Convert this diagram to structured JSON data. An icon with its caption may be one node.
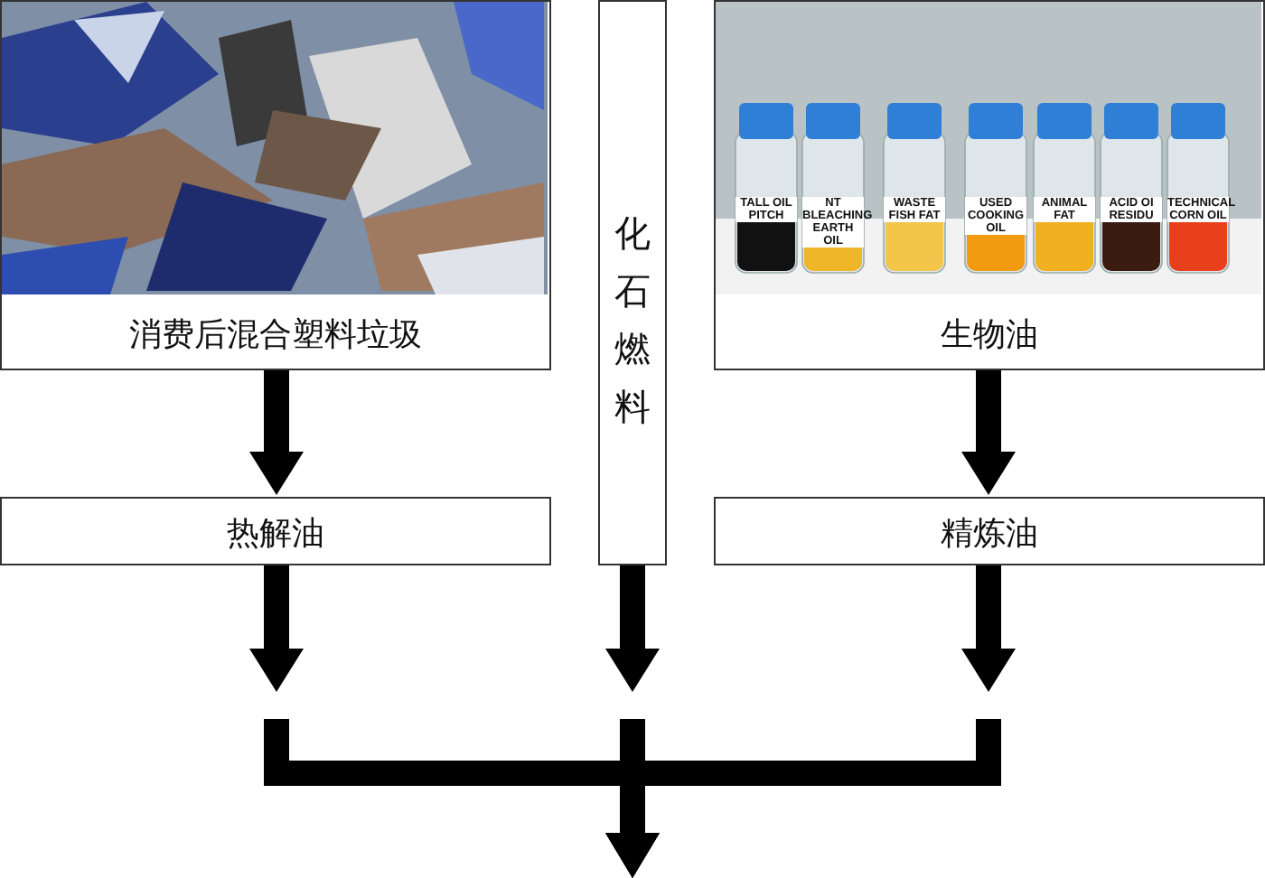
{
  "diagram": {
    "nodes": [
      {
        "text": [
          "消费后混合塑料垃圾"
        ]
      },
      {
        "text": [
          "生物油"
        ]
      },
      {
        "text": [
          "化石燃料"
        ]
      },
      {
        "text": [
          "热解油"
        ]
      },
      {
        "text": [
          "精炼油"
        ]
      }
    ],
    "edges": [
      {
        "from": 0,
        "to": 3,
        "arrow": "to"
      },
      {
        "from": 1,
        "to": 4,
        "arrow": "to"
      },
      {
        "from": 3,
        "to": null,
        "arrow": "to"
      },
      {
        "from": 2,
        "to": null,
        "arrow": "to"
      },
      {
        "from": 4,
        "to": null,
        "arrow": "to"
      }
    ],
    "labels": [
      "TALL OIL PITCH",
      "NT BLEACHING EARTH OIL",
      "WASTE FISH FAT",
      "USED COOKING OIL",
      "ANIMAL FAT",
      "ACID OI RESIDU",
      "TECHNICAL CORN OIL"
    ]
  }
}
